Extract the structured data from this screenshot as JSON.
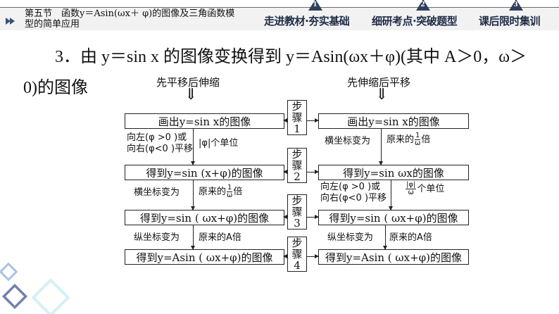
{
  "header": {
    "section_title": "第五节　函数y＝Asin(ωx＋ φ)的图像及三角函数模型的简单应用",
    "nav": [
      {
        "number": "1",
        "label": "走进教材·夯实基础"
      },
      {
        "number": "2",
        "label": "细研考点·突破题型"
      },
      {
        "number": "3",
        "label": "课后限时集训"
      }
    ]
  },
  "content": {
    "line1": "3．由 y＝sin x 的图像变换得到 y＝Asin(ωx＋φ)(其中 A＞0，ω＞",
    "line2": "0)的图像"
  },
  "flowchart": {
    "left_heading": "先平移后伸缩",
    "right_heading": "先伸缩后平移",
    "down_arrow_glyph": "⇓",
    "steps": [
      {
        "char1": "步",
        "char2": "骤",
        "num": "1"
      },
      {
        "char1": "步",
        "char2": "骤",
        "num": "2"
      },
      {
        "char1": "步",
        "char2": "骤",
        "num": "3"
      },
      {
        "char1": "步",
        "char2": "骤",
        "num": "4"
      }
    ],
    "left_boxes": [
      "画出y=sin x的图像",
      "得到y=sin (x+φ)的图像",
      "得到y=sin ( ωx+φ)的图像",
      "得到y=Asin ( ωx+φ)的图像"
    ],
    "right_boxes": [
      "画出y=sin x的图像",
      "得到y=sin ωx的图像",
      "得到y=sin ( ωx+φ)的图像",
      "得到y=Asin ( ωx+φ)的图像"
    ],
    "left_transitions": [
      {
        "left_line1": "向左(φ >0 )或",
        "left_line2": "向右(φ<0 )平移",
        "right": "|φ|个单位"
      },
      {
        "left": "横坐标变为",
        "right_prefix": "原来的",
        "frac_num": "1",
        "frac_den": "ω",
        "right_suffix": "倍"
      },
      {
        "left": "纵坐标变为",
        "right": "原来的A倍"
      }
    ],
    "right_transitions": [
      {
        "left": "横坐标变为",
        "right_prefix": "原来的",
        "frac_num": "1",
        "frac_den": "ω",
        "right_suffix": "倍"
      },
      {
        "left_line1": "向左(φ >0 )或",
        "left_line2": "向右(φ<0 )平移",
        "frac_num": "|φ|",
        "frac_den": "ω",
        "right_suffix": "个单位"
      },
      {
        "left": "纵坐标变为",
        "right": "原来的A倍"
      }
    ]
  }
}
